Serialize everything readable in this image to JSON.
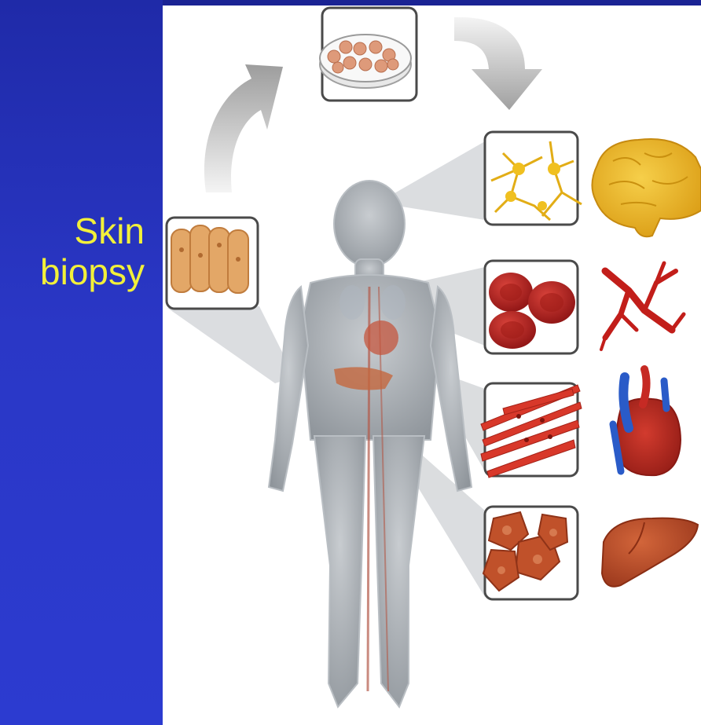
{
  "label": {
    "line1": "Skin",
    "line2": "biopsy"
  },
  "colors": {
    "background": "#2a37c6",
    "label_text": "#f2f03a",
    "body": "#9aa0a6",
    "neuron": "#f2c22a",
    "blood": "#b3201e",
    "liver": "#b84a24"
  },
  "parts": [
    "skin-cells",
    "petri-dish",
    "human-body",
    "neurons",
    "brain",
    "red-blood-cells",
    "blood-vessels",
    "muscle-cells",
    "heart",
    "liver-cells",
    "liver"
  ]
}
